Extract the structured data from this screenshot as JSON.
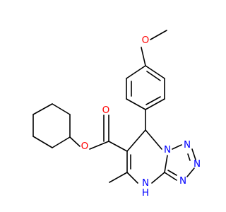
{
  "molecule": {
    "atoms": {
      "methoxy_O": "O",
      "ester_carbonyl_O": "O",
      "ester_ether_O": "O",
      "ring_N_junction": "N",
      "tetrazole_N2": "N",
      "tetrazole_N3": "N",
      "tetrazole_N4": "N",
      "amine_N": "N",
      "amine_H": "H"
    },
    "colors": {
      "bond": "#000000",
      "oxygen": "#ff0000",
      "nitrogen": "#0000ff"
    }
  }
}
